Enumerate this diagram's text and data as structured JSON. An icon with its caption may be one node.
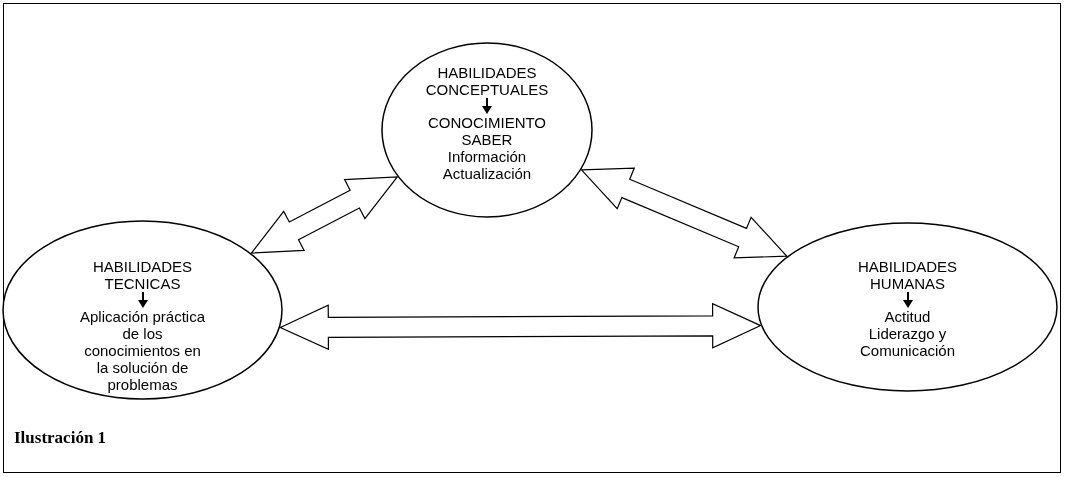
{
  "diagram": {
    "caption": "Ilustración 1",
    "nodes": [
      {
        "text": [
          "HABILIDADES CONCEPTUALES",
          "CONOCIMIENTO SABER Información Actualización"
        ]
      },
      {
        "text": [
          "HABILIDADES TECNICAS",
          "Aplicación práctica de los conocimientos en la solución de problemas"
        ]
      },
      {
        "text": [
          "HABILIDADES HUMANAS",
          "Actitud Liderazgo y Comunicación"
        ]
      }
    ],
    "edges": [
      {
        "from": 1,
        "to": 0,
        "arrow": "both"
      },
      {
        "from": 0,
        "to": 2,
        "arrow": "both"
      },
      {
        "from": 1,
        "to": 2,
        "arrow": "both"
      }
    ]
  }
}
